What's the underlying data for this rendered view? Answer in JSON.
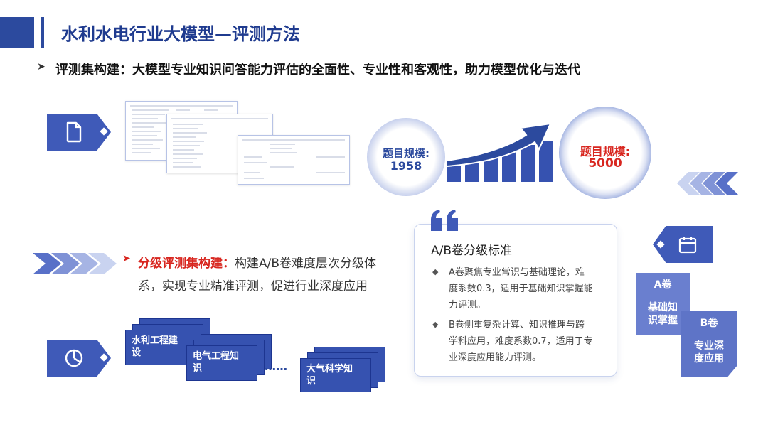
{
  "header": {
    "title": "水利水电行业大模型—评测方法",
    "subtitle": "评测集构建：大模型专业知识问答能力评估的全面性、专业性和客观性，助力模型优化与迭代"
  },
  "scale": {
    "left_label": "题目规模:",
    "left_value": "1958",
    "right_label": "题目规模:",
    "right_value": "5000"
  },
  "grading": {
    "heading": "分级评测集构建",
    "sep": "：",
    "text_line1": "构建A/B卷难度层次分级体",
    "text_line2": "系，实现专业精准评测，促进行业深度应用"
  },
  "card": {
    "title": "A/B卷分级标准",
    "a_line1": "A卷聚焦专业常识与基础理论，难",
    "a_line2": "度系数0.3，适用于基础知识掌握能",
    "a_line3": "力评测。",
    "b_line1": "B卷侧重复杂计算、知识推理与跨",
    "b_line2": "学科应用，难度系数0.7，适用于专",
    "b_line3": "业深度应用能力评测。"
  },
  "domains": {
    "d1_line1": "水利工程建",
    "d1_line2": "设",
    "d2_line1": "电气工程知",
    "d2_line2": "识",
    "ellipsis": "……",
    "d3_line1": "大气科学知",
    "d3_line2": "识"
  },
  "notes": {
    "a_title": "A卷",
    "a_line1": "基础知",
    "a_line2": "识掌握",
    "b_title": "B卷",
    "b_line1": "专业深",
    "b_line2": "度应用"
  },
  "colors": {
    "brand": "#2c4a9e",
    "accent_red": "#d8261f",
    "tile": "#3f5ab8"
  }
}
